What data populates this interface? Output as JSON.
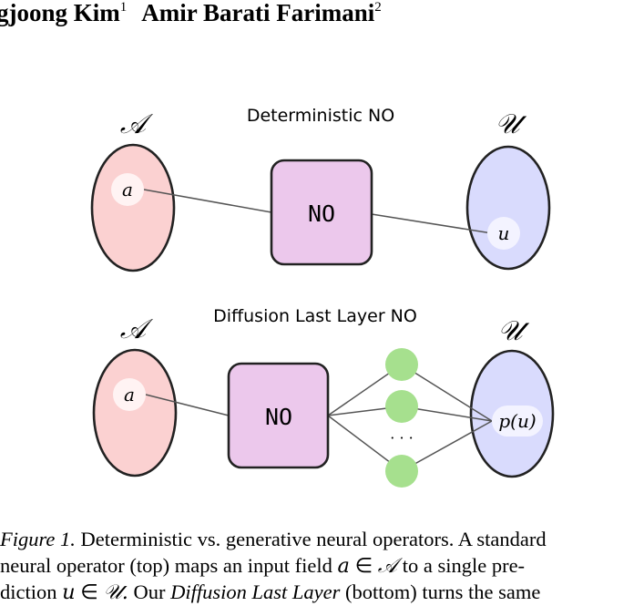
{
  "header": {
    "author1": "gjoong Kim",
    "author1_sup": "1",
    "author2": "Amir Barati Farimani",
    "author2_sup": "2"
  },
  "figure": {
    "top_title": "Deterministic NO",
    "bottom_title": "Diffusion Last Layer NO",
    "input_space": "𝒜",
    "output_space": "𝒰",
    "input_point": "a",
    "output_point": "u",
    "output_distribution": "p(u)",
    "operator_label": "NO",
    "ellipsis": "· · ·",
    "colors": {
      "input_fill": "#fbd1d1",
      "output_fill": "#d9dbfd",
      "operator_fill": "#ecc8ec",
      "node_fill": "#a6e08e",
      "line": "#555555"
    }
  },
  "caption": {
    "label": "Figure 1.",
    "line1": "Deterministic vs. generative neural operators. A standard",
    "line2a": "neural operator (top) maps an input field",
    "line2_var": "a",
    "line2_in": "∈",
    "line2_space": "𝒜",
    "line2b": "to a single pre-",
    "line3a": "diction",
    "line3_var": "u",
    "line3_in": "∈",
    "line3_space": "𝒰.",
    "line3b": "Our",
    "line3_em": "Diffusion Last Layer",
    "line3c": "(bottom) turns the same"
  }
}
